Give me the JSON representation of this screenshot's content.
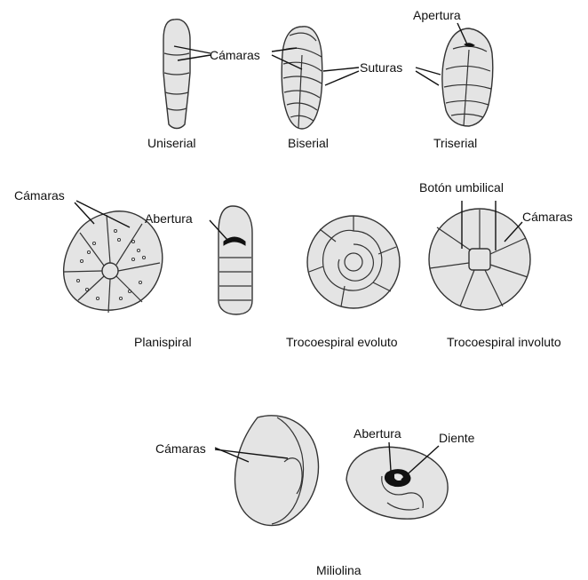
{
  "labels": {
    "uniserial": "Uniserial",
    "biserial": "Biserial",
    "triserial": "Triserial",
    "camaras_top": "Cámaras",
    "suturas": "Suturas",
    "apertura": "Apertura",
    "camaras_planispiral": "Cámaras",
    "abertura_planispiral": "Abertura",
    "planispiral": "Planispiral",
    "boton_umbilical": "Botón umbilical",
    "camaras_involuto": "Cámaras",
    "trocoespiral_evoluto": "Trocoespiral evoluto",
    "trocoespiral_involuto": "Trocoespiral involuto",
    "camaras_miliolina": "Cámaras",
    "abertura_miliolina": "Abertura",
    "diente": "Diente",
    "miliolina": "Miliolina"
  },
  "colors": {
    "shell_fill": "#e4e4e4",
    "outline": "#333333",
    "text": "#111111"
  }
}
